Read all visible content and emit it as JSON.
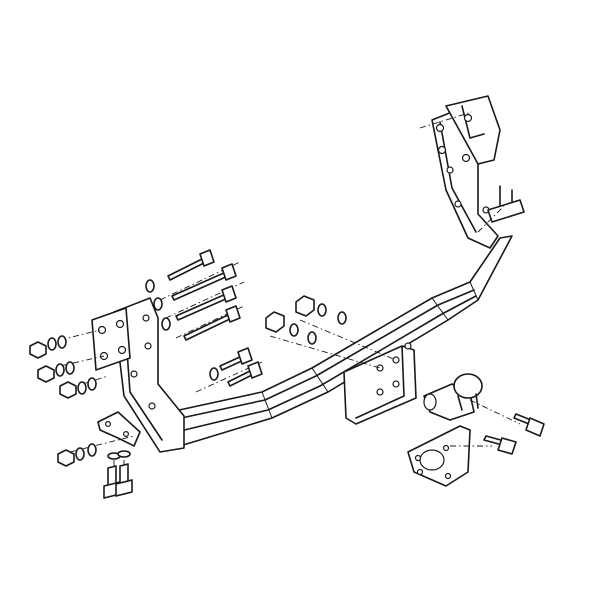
{
  "diagram": {
    "colors": {
      "line": "#1a1a1a",
      "background": "#ffffff"
    },
    "parts": [
      "crossbar",
      "left-bracket",
      "right-bracket",
      "towball",
      "socket-plate",
      "bolts",
      "nuts",
      "washers"
    ]
  }
}
